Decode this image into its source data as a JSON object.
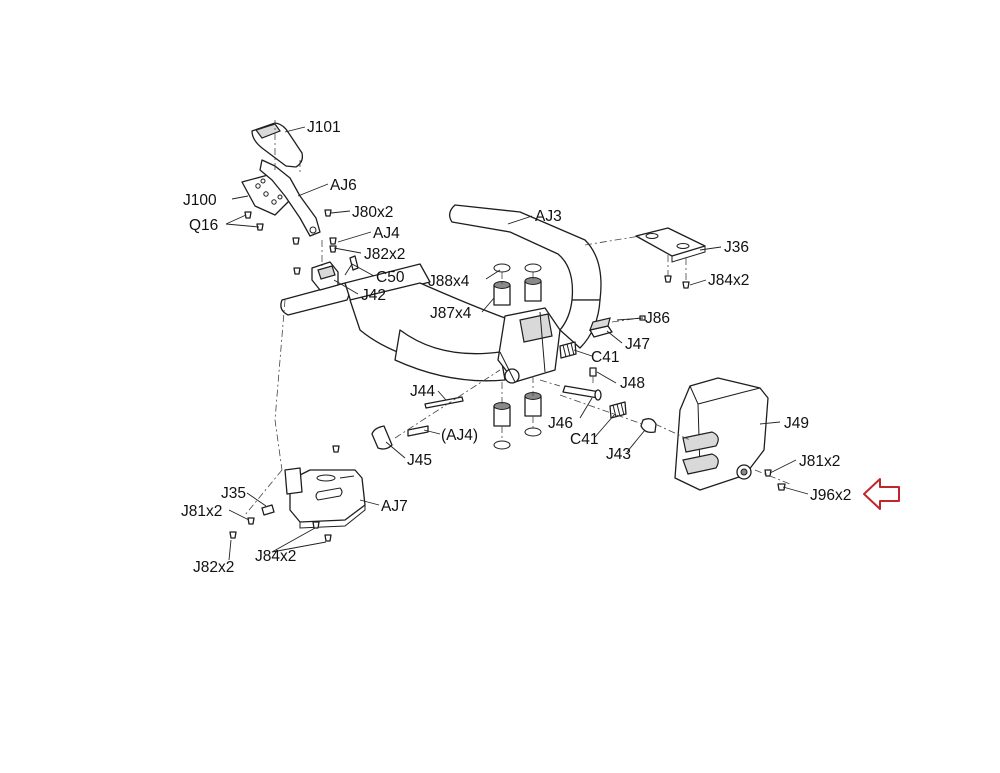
{
  "diagram": {
    "labels": {
      "J101": "J101",
      "AJ6": "AJ6",
      "J100": "J100",
      "J80x2": "J80x2",
      "Q16": "Q16",
      "AJ4": "AJ4",
      "J82x2_top": "J82x2",
      "C50": "C50",
      "J42": "J42",
      "AJ3": "AJ3",
      "J36": "J36",
      "J84x2_top": "J84x2",
      "J88x4": "J88x4",
      "J87x4": "J87x4",
      "J86": "J86",
      "J47": "J47",
      "C41_top": "C41",
      "J48": "J48",
      "J44": "J44",
      "AJ4_ref": "(AJ4)",
      "J45": "J45",
      "J46": "J46",
      "C41_bottom": "C41",
      "J43": "J43",
      "J49": "J49",
      "J81x2_right": "J81x2",
      "J96x2": "J96x2",
      "J35": "J35",
      "J81x2_left": "J81x2",
      "AJ7": "AJ7",
      "J82x2_bottom": "J82x2",
      "J84x2_bottom": "J84x2"
    },
    "colors": {
      "linework": "#1e1e1e",
      "highlight_arrow": "#c0262b",
      "background": "#ffffff"
    },
    "highlight": {
      "icon": "outline-arrow-left-icon",
      "target": "J96x2"
    }
  }
}
